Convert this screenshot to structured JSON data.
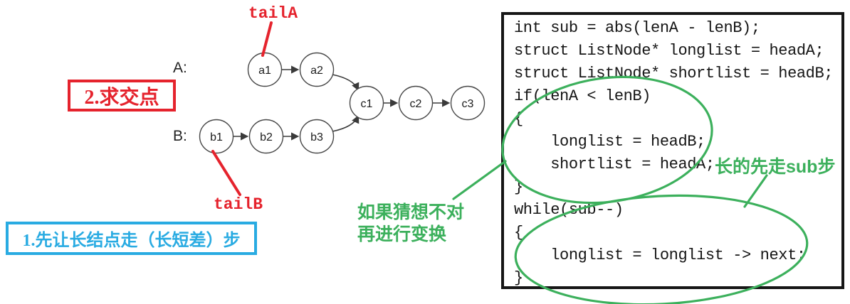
{
  "colors": {
    "red": "#e5232d",
    "blue": "#29abe2",
    "green": "#3cb05c",
    "code_text": "#151515",
    "node_stroke": "#474747"
  },
  "callouts": {
    "step2_label": "2.求交点",
    "step1_label": "1.先让长结点走（长短差）步",
    "tail_a_label": "tailA",
    "tail_b_label": "tailB",
    "guess_note_line1": "如果猜想不对",
    "guess_note_line2": "再进行变换",
    "advance_note": "长的先走sub步"
  },
  "graph": {
    "list_a_label": "A:",
    "list_b_label": "B:",
    "nodes": [
      {
        "id": "a1",
        "label": "a1"
      },
      {
        "id": "a2",
        "label": "a2"
      },
      {
        "id": "b1",
        "label": "b1"
      },
      {
        "id": "b2",
        "label": "b2"
      },
      {
        "id": "b3",
        "label": "b3"
      },
      {
        "id": "c1",
        "label": "c1"
      },
      {
        "id": "c2",
        "label": "c2"
      },
      {
        "id": "c3",
        "label": "c3"
      }
    ]
  },
  "code": {
    "lines": [
      "int sub = abs(lenA - lenB);",
      "struct ListNode* longlist = headA;",
      "struct ListNode* shortlist = headB;",
      "if(lenA < lenB)",
      "{",
      "    longlist = headB;",
      "    shortlist = headA;",
      "}",
      "while(sub--)",
      "{",
      "    longlist = longlist -> next;",
      "}"
    ]
  }
}
